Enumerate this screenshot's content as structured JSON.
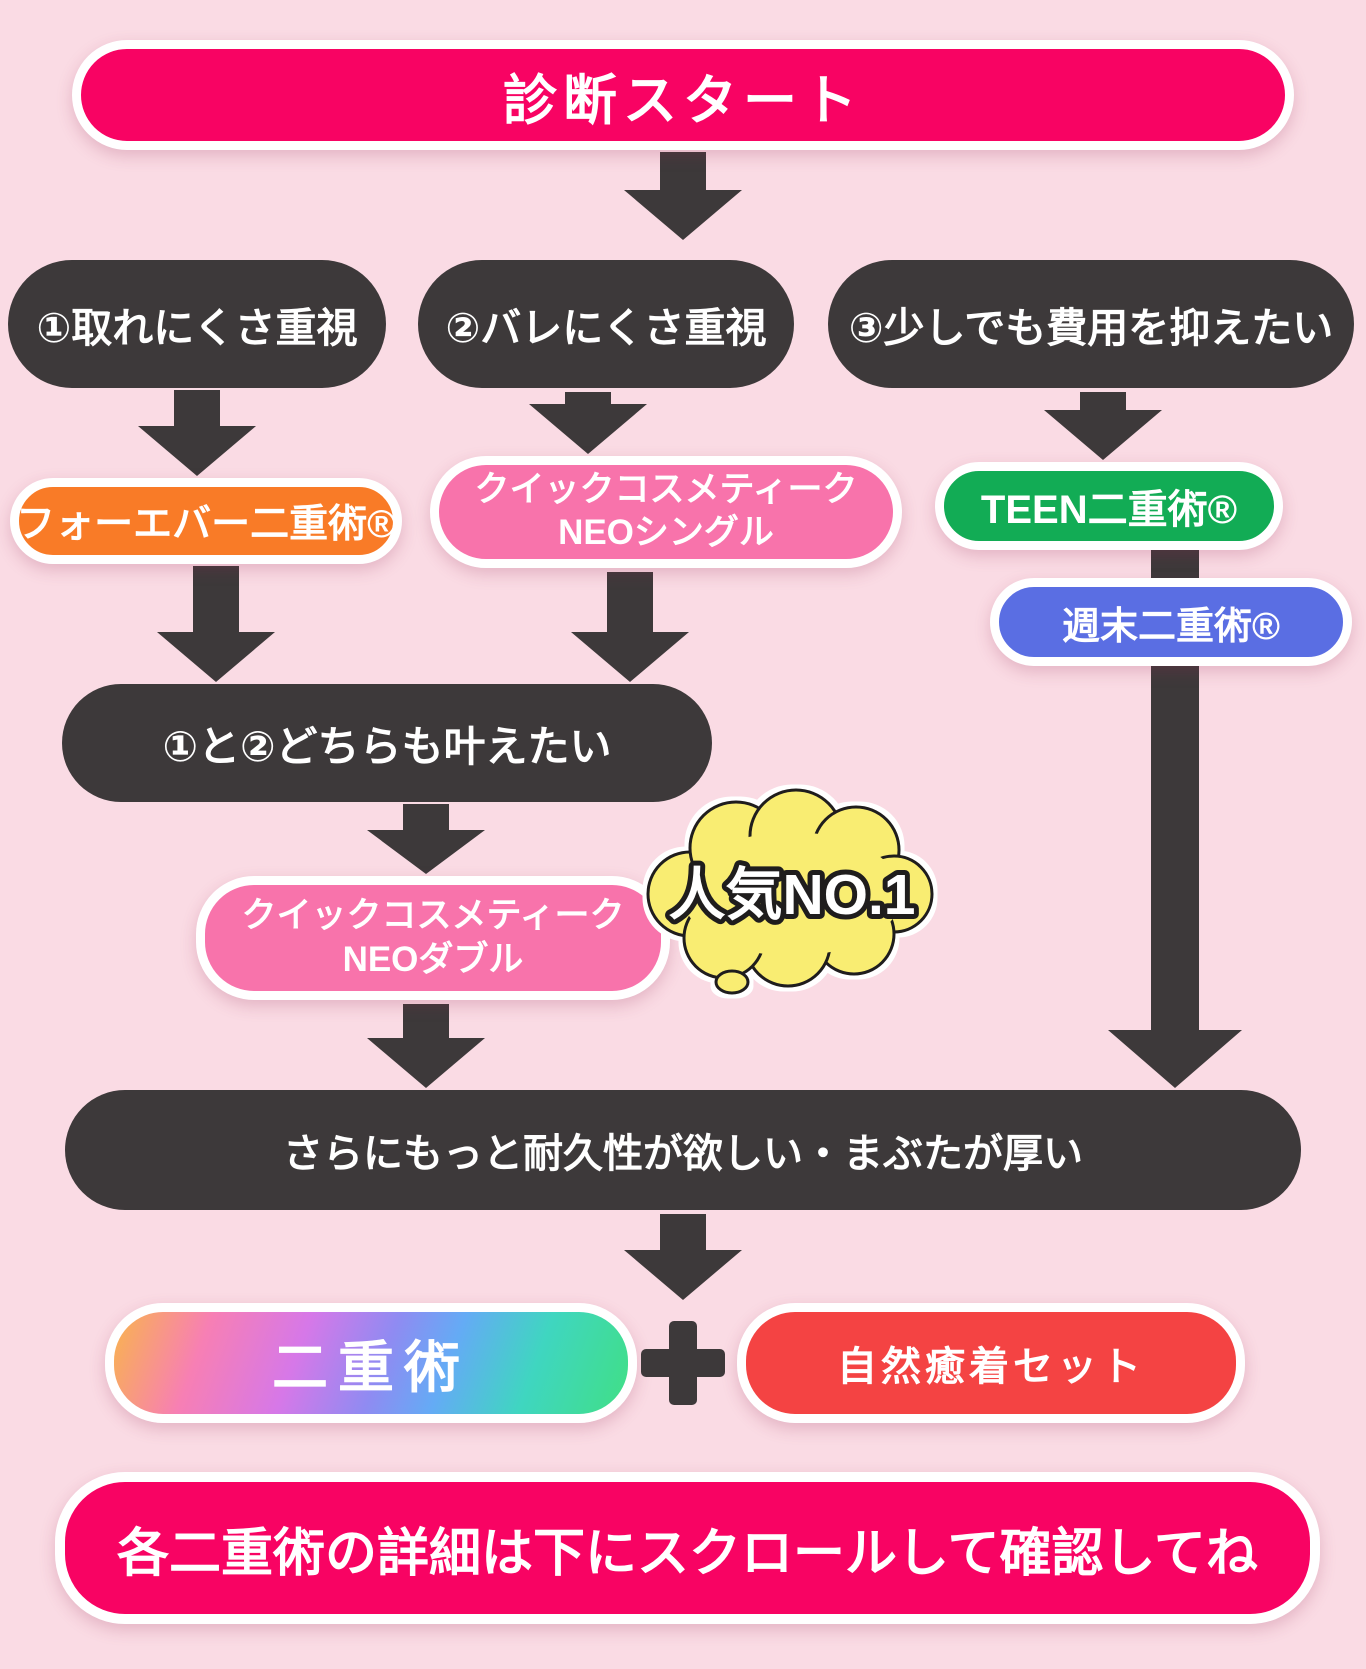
{
  "palette": {
    "background": "#FADBE4",
    "magenta": "#F80363",
    "dark_gray": "#3D393A",
    "orange": "#F97B27",
    "pink": "#F873AB",
    "green": "#12AC55",
    "blue": "#5A6EE3",
    "red": "#F44343",
    "bubble_yellow": "#F9ED72"
  },
  "nodes": {
    "start": {
      "label": "診断スタート"
    },
    "option1": {
      "label": "①取れにくさ重視"
    },
    "option2": {
      "label": "②バレにくさ重視"
    },
    "option3": {
      "label": "③少しでも費用を抑えたい"
    },
    "forever": {
      "label": "フォーエバー二重術®"
    },
    "quick_neo_single": {
      "line1": "クイックコスメティーク",
      "line2": "NEOシングル"
    },
    "teen": {
      "label": "TEEN二重術®"
    },
    "weekend": {
      "label": "週末二重術®"
    },
    "both_1_and_2": {
      "label": "①と②どちらも叶えたい"
    },
    "quick_neo_double": {
      "line1": "クイックコスメティーク",
      "line2": "NEOダブル"
    },
    "popularity_badge": {
      "label": "人気NO.1"
    },
    "durability": {
      "label": "さらにもっと耐久性が欲しい・まぶたが厚い"
    },
    "double_surgery": {
      "label": "二重術"
    },
    "natural_adhesion_set": {
      "label": "自然癒着セット"
    },
    "footer": {
      "label": "各二重術の詳細は下にスクロールして確認してね"
    }
  }
}
